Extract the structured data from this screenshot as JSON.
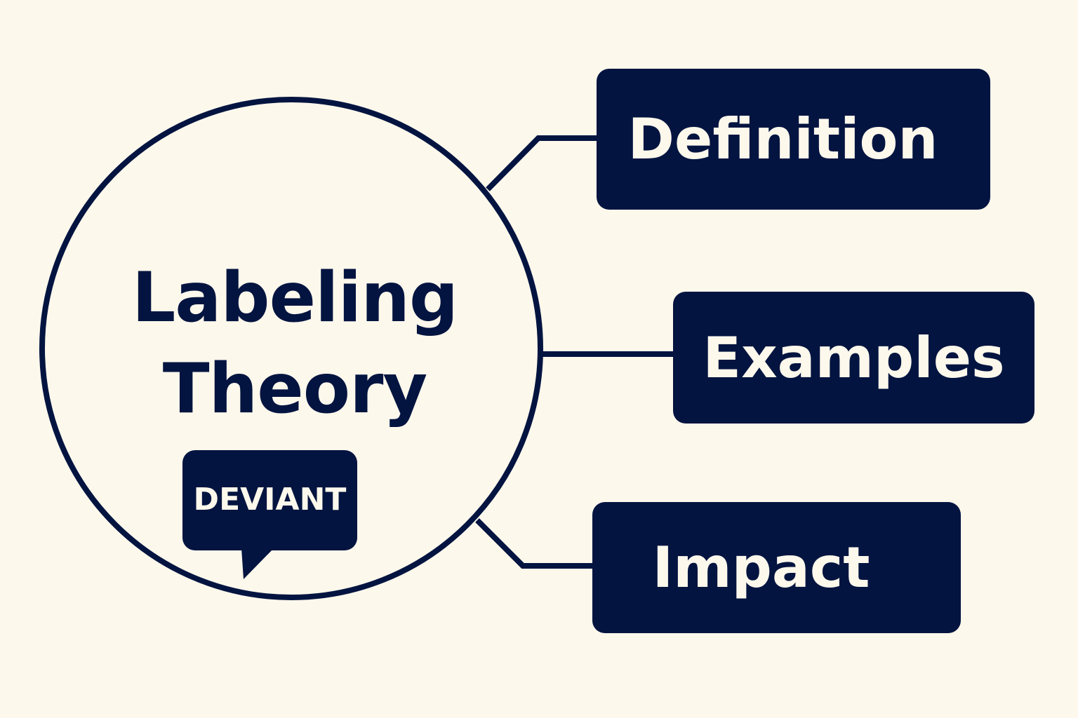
{
  "diagram": {
    "center": {
      "title_line1": "Labeling",
      "title_line2": "Theory",
      "badge_label": "DEVIANT"
    },
    "branches": [
      {
        "label": "Definition"
      },
      {
        "label": "Examples"
      },
      {
        "label": "Impact"
      }
    ],
    "colors": {
      "background": "#fdf8ec",
      "primary": "#031440",
      "text_on_primary": "#fdf8ec"
    }
  }
}
